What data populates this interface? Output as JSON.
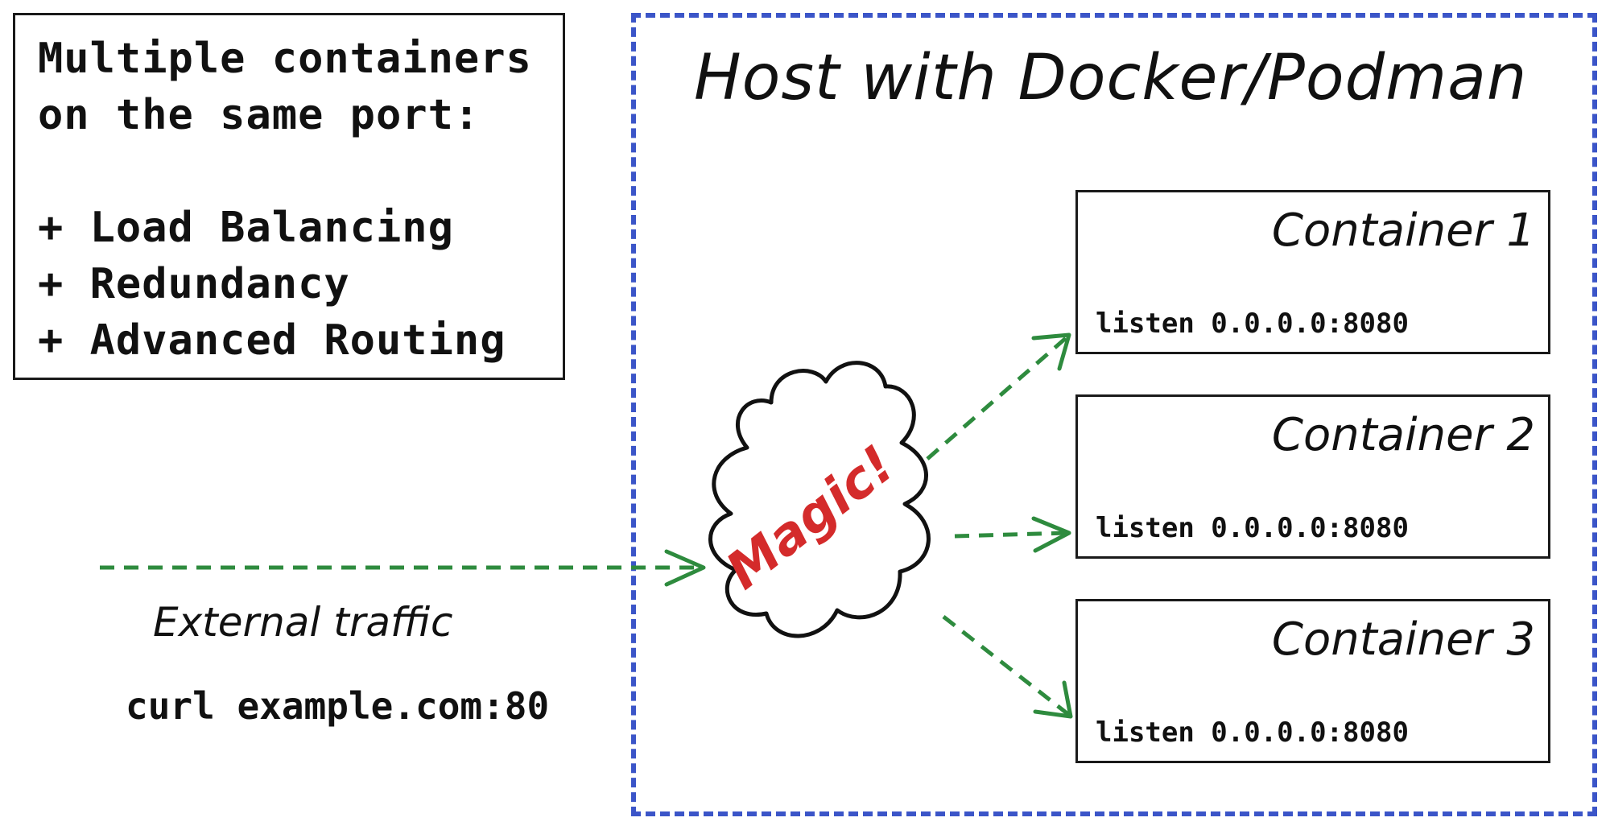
{
  "notes": {
    "lines": [
      "Multiple containers",
      "on the same port:",
      "",
      "+ Load Balancing",
      "+ Redundancy",
      "+ Advanced Routing"
    ]
  },
  "host": {
    "title": "Host with Docker/Podman"
  },
  "containers": [
    {
      "title": "Container 1",
      "listen": "listen 0.0.0.0:8080"
    },
    {
      "title": "Container 2",
      "listen": "listen 0.0.0.0:8080"
    },
    {
      "title": "Container 3",
      "listen": "listen 0.0.0.0:8080"
    }
  ],
  "magic": {
    "label": "Magic!",
    "color": "#d42b2b"
  },
  "traffic": {
    "label": "External traffic",
    "command": "curl example.com:80"
  },
  "colors": {
    "host_frame": "#3b55c8",
    "arrow": "#2e8b3e",
    "stroke": "#111111"
  }
}
